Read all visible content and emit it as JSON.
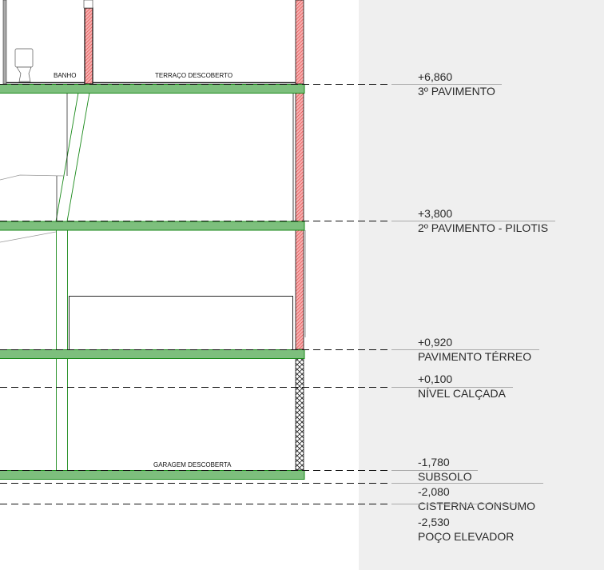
{
  "rooms": {
    "banho": "BANHO",
    "terraco": "TERRAÇO DESCOBERTO",
    "garagem": "GARAGEM DESCOBERTA"
  },
  "levels": [
    {
      "elevation": "+6,860",
      "name": "3º PAVIMENTO"
    },
    {
      "elevation": "+3,800",
      "name": "2º PAVIMENTO - PILOTIS"
    },
    {
      "elevation": "+0,920",
      "name": "PAVIMENTO TÉRREO"
    },
    {
      "elevation": "+0,100",
      "name": "NÍVEL CALÇADA"
    },
    {
      "elevation": "-1,780",
      "name": "SUBSOLO"
    },
    {
      "elevation": "-2,080",
      "name": "CISTERNA CONSUMO"
    },
    {
      "elevation": "-2,530",
      "name": "POÇO ELEVADOR"
    }
  ],
  "colors": {
    "slab_fill": "#7dbf7d",
    "slab_stroke": "#1a8a1a",
    "wall_red": "#f08080",
    "panel_bg": "#efefef"
  }
}
